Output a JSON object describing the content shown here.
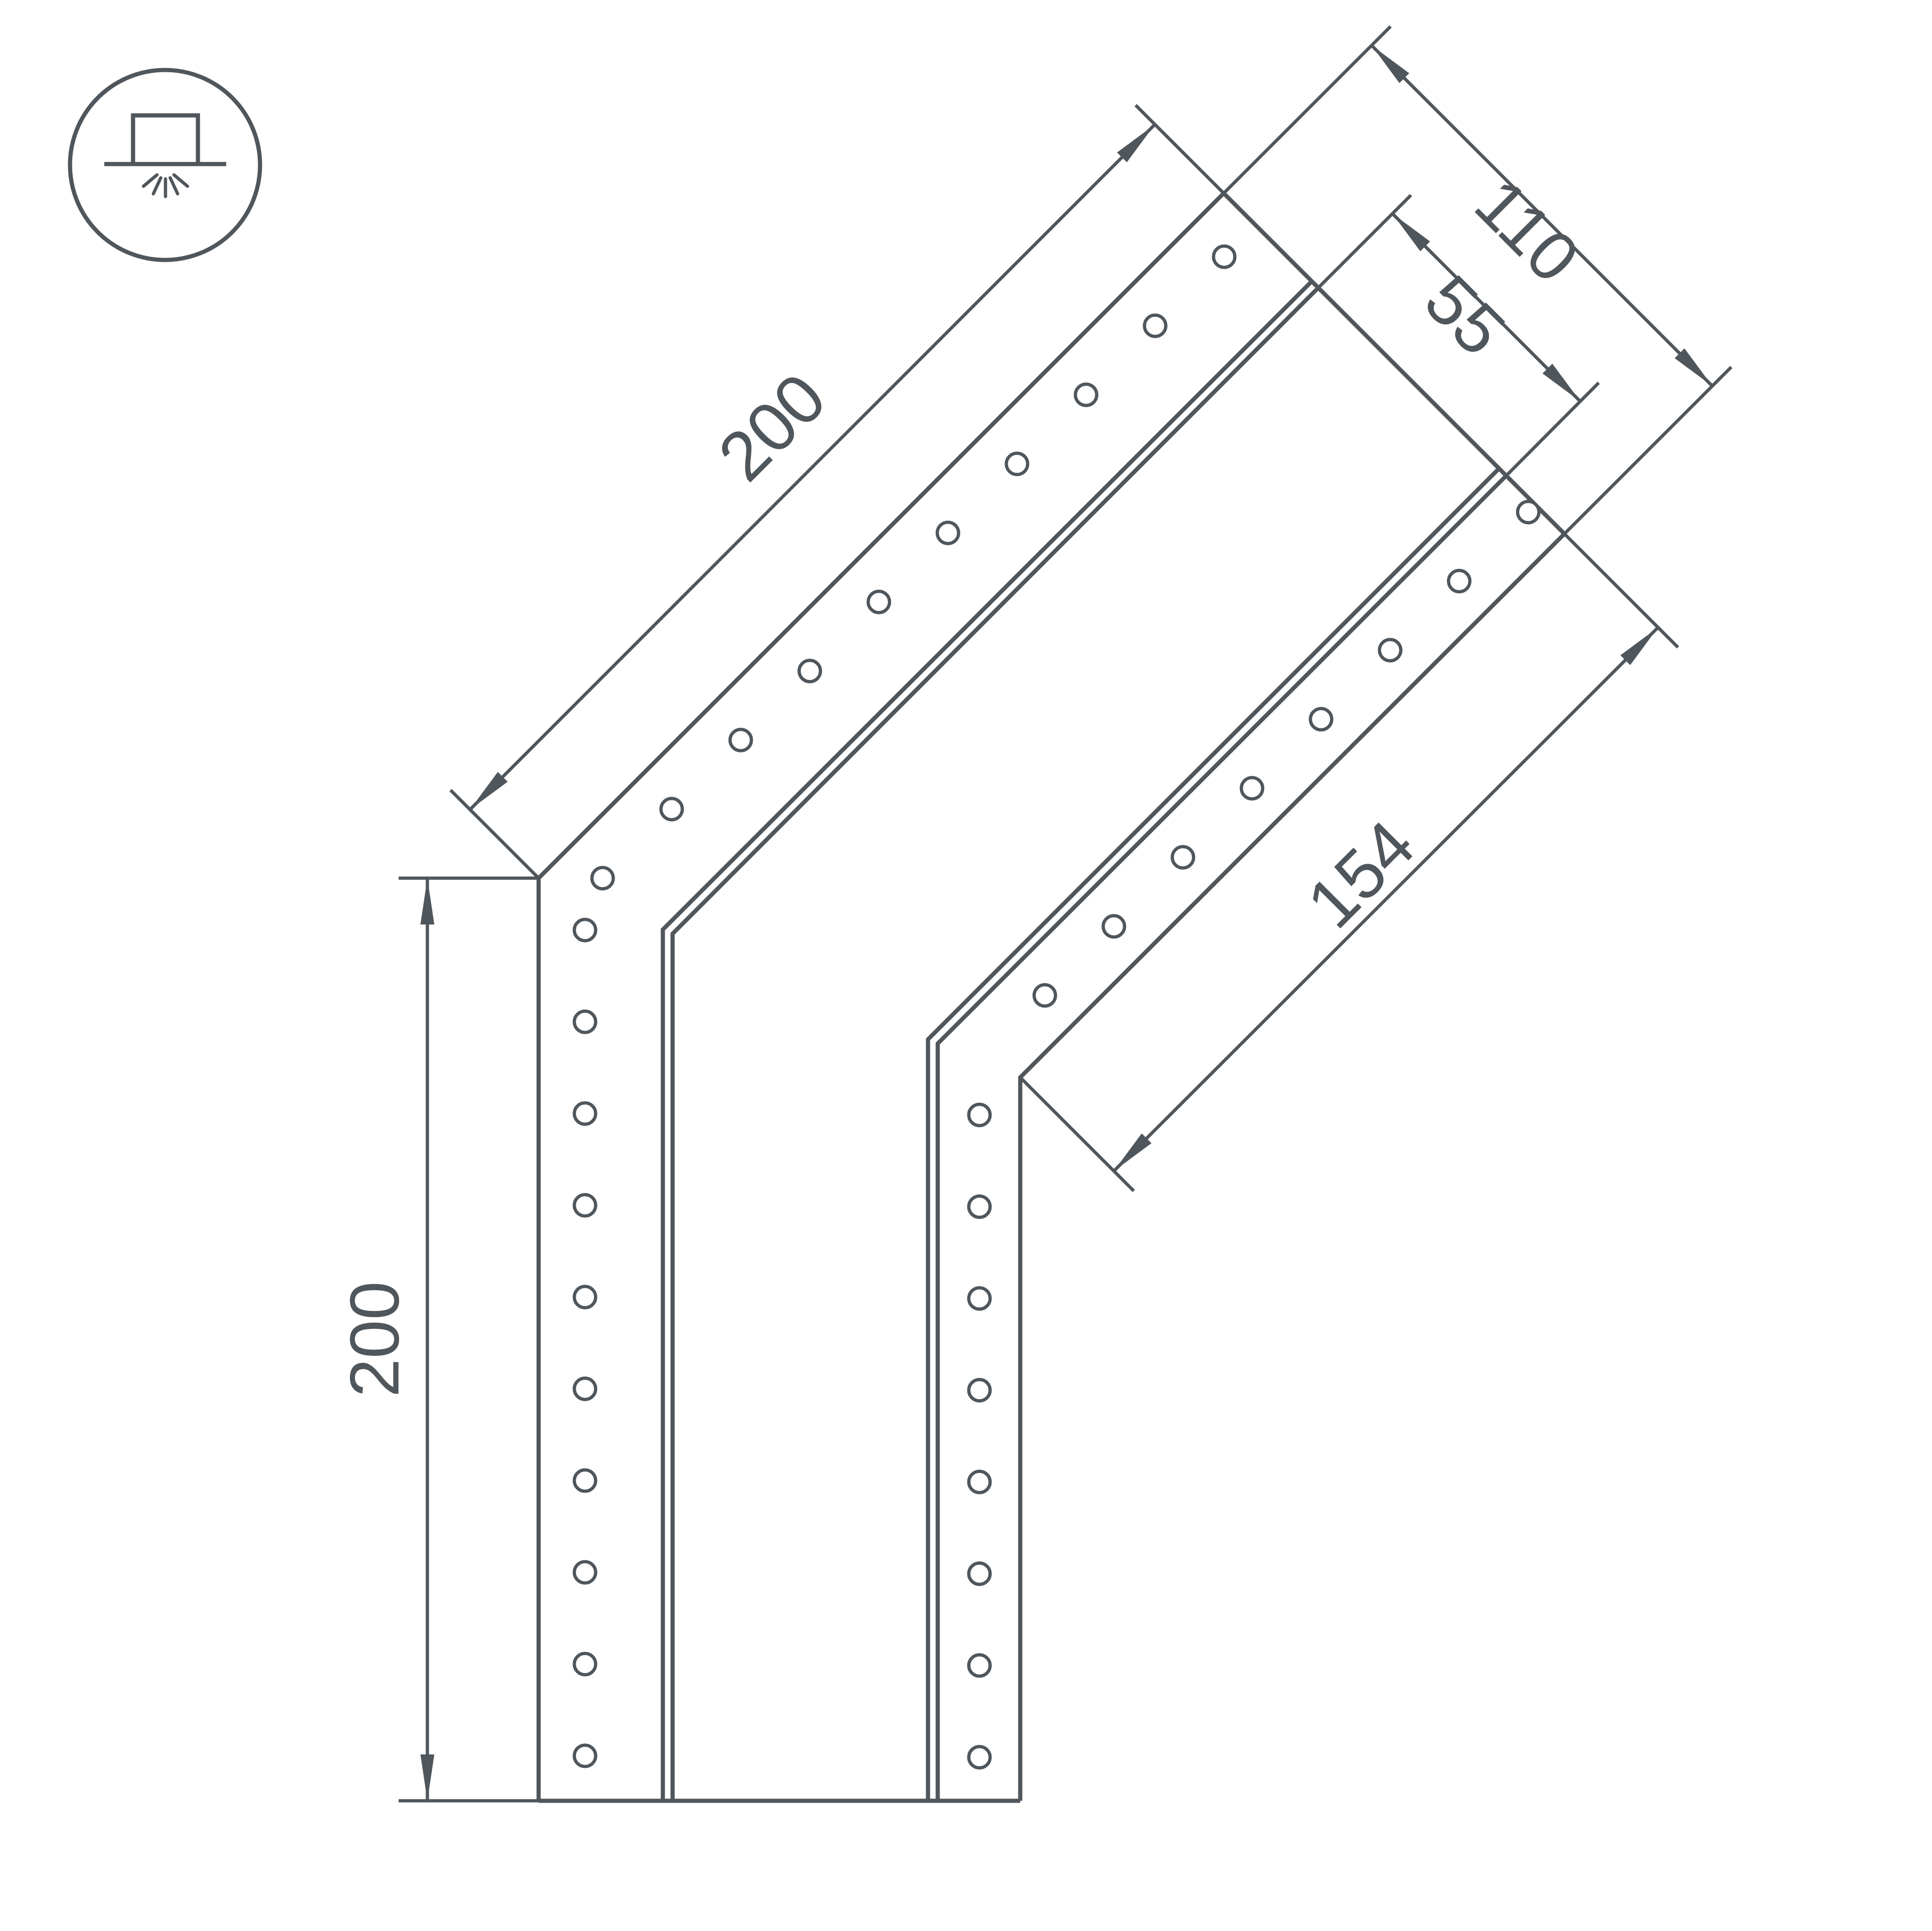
{
  "drawing": {
    "type": "technical-dimension-drawing",
    "subject": "45-degree corner LED track profile with mounting holes",
    "background": "#ffffff",
    "line_color": "#4f565c",
    "icon": {
      "name": "surface-mount-ceiling-light-icon"
    },
    "dimensions": {
      "outer_diagonal": "200",
      "vertical": "200",
      "end_full_width": "110",
      "end_channel_width": "55",
      "inner_diagonal": "154"
    }
  }
}
